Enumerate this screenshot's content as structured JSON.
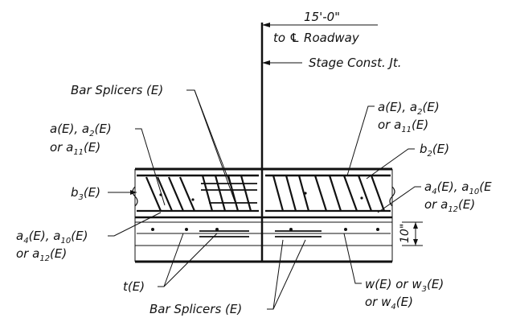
{
  "dimension": {
    "length": "15'-0\"",
    "to_roadway": "to ℄ Roadway"
  },
  "labels": {
    "stage_joint": "Stage Const. Jt.",
    "bar_splicers_top": "Bar Splicers (E)",
    "bar_splicers_bottom": "Bar Splicers (E)",
    "a_left_line1": [
      "a(E), a",
      "2",
      "(E)"
    ],
    "a_left_line2": [
      "or a",
      "11",
      "(E)"
    ],
    "a_right_line1": [
      "a(E), a",
      "2",
      "(E)"
    ],
    "a_right_line2": [
      "or a",
      "11",
      "(E)"
    ],
    "b2": [
      "b",
      "2",
      "(E)"
    ],
    "b3": [
      "b",
      "3",
      "(E)"
    ],
    "a4_left_line1": [
      "a",
      "4",
      "(E), a",
      "10",
      "(E)"
    ],
    "a4_left_line2": [
      "or a",
      "12",
      "(E)"
    ],
    "a4_right_line1": [
      "a",
      "4",
      "(E), a",
      "10",
      "(E"
    ],
    "a4_right_line2": [
      "or a",
      "12",
      "(E)"
    ],
    "t": "t(E)",
    "w_line1": [
      "w(E) or w",
      "3",
      "(E)"
    ],
    "w_line2": [
      "or w",
      "4",
      "(E)"
    ],
    "depth": "10\""
  }
}
